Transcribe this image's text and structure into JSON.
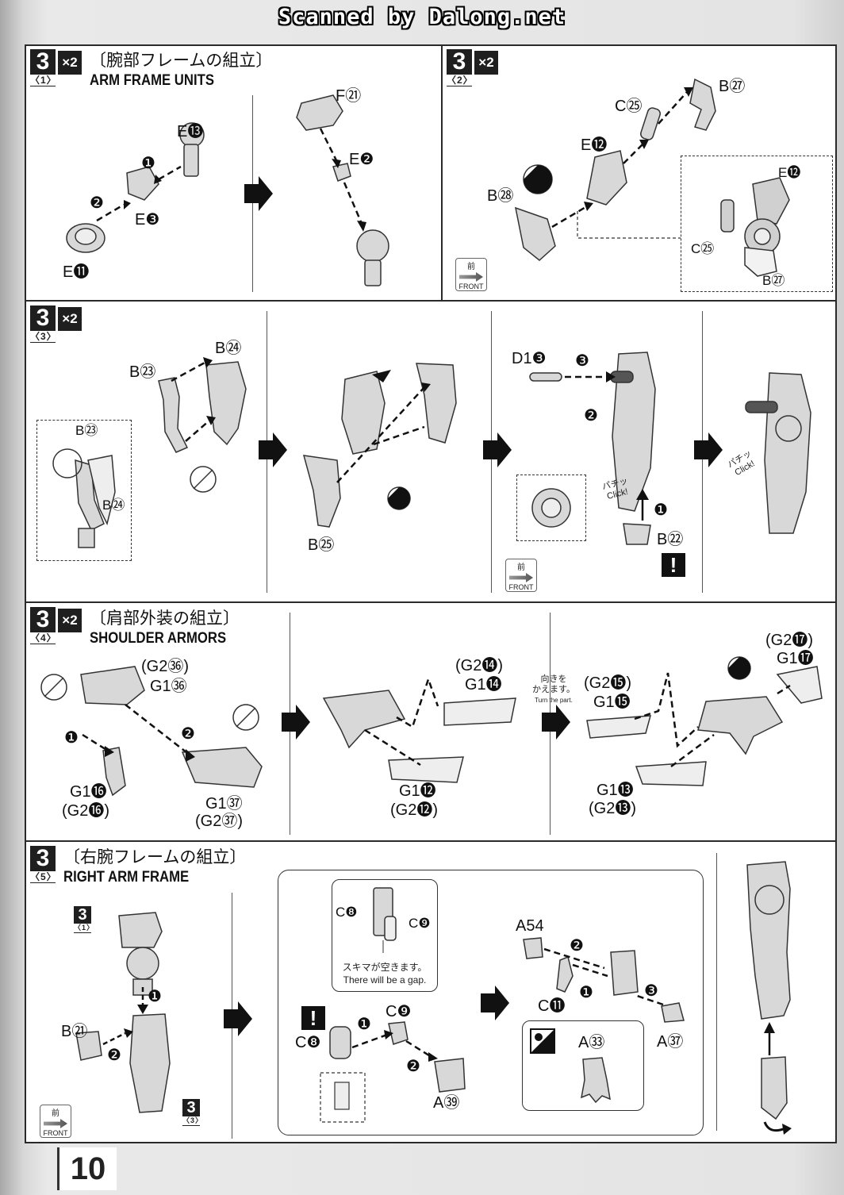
{
  "header": {
    "scan_credit": "Scanned by Dalong.net"
  },
  "page_number": "10",
  "steps": {
    "s1": {
      "num": "3",
      "sub": "〈1〉",
      "mult": "×2",
      "title_jp": "〔腕部フレームの組立〕",
      "title_en": "ARM FRAME UNITS",
      "labels": {
        "e13": "E⓭",
        "e3": "E❸",
        "e11": "E⓫",
        "f21": "F㉑",
        "e2": "E❷",
        "n1": "❶",
        "n2": "❷"
      }
    },
    "s2": {
      "num": "3",
      "sub": "〈2〉",
      "mult": "×2",
      "labels": {
        "b27": "B㉗",
        "c25": "C㉕",
        "e12": "E⓬",
        "b28": "B㉘",
        "in_e12": "E⓬",
        "in_c25": "C㉕",
        "in_b27": "B㉗"
      }
    },
    "s3": {
      "num": "3",
      "sub": "〈3〉",
      "mult": "×2",
      "labels": {
        "b24": "B㉔",
        "b23": "B㉓",
        "in_b23": "B㉓",
        "in_b24": "B㉔",
        "b25": "B㉕",
        "d13": "D1❸",
        "n3": "❸",
        "n2": "❷",
        "n1": "❶",
        "b22": "B㉒",
        "click1_jp": "パチッ",
        "click1_en": "Click!",
        "click2_jp": "パチッ",
        "click2_en": "Click!"
      }
    },
    "s4": {
      "num": "3",
      "sub": "〈4〉",
      "mult": "×2",
      "title_jp": "〔肩部外装の組立〕",
      "title_en": "SHOULDER ARMORS",
      "labels": {
        "g236": "(G2㊱)",
        "g136": "G1㊱",
        "n1": "❶",
        "n2": "❷",
        "g116": "G1⓰",
        "g216": "(G2⓰)",
        "g137": "G1㊲",
        "g237": "(G2㊲)",
        "g214": "(G2⓮)",
        "g114": "G1⓮",
        "g112": "G1⓬",
        "g212": "(G2⓬)",
        "turn_jp": "向きを\nかえます。",
        "turn_en": "Turn the part.",
        "g215": "(G2⓯)",
        "g115": "G1⓯",
        "g113": "G1⓭",
        "g213": "(G2⓭)",
        "g217": "(G2⓱)",
        "g117": "G1⓱"
      }
    },
    "s5": {
      "num": "3",
      "sub": "〈5〉",
      "title_jp": "〔右腕フレームの組立〕",
      "title_en": "RIGHT ARM FRAME",
      "labels": {
        "ref31": "3",
        "ref31_sub": "〈1〉",
        "n1": "❶",
        "b21": "B㉑",
        "n2": "❷",
        "ref33": "3",
        "ref33_sub": "〈3〉",
        "c8": "C❽",
        "c9": "C❾",
        "gap_jp": "スキマが空きます。",
        "gap_en": "There will be a gap.",
        "c8b": "C❽",
        "n1b": "❶",
        "c9b": "C❾",
        "n2b": "❷",
        "a39": "A㊴",
        "a54": "A54",
        "n2c": "❷",
        "n1c": "❶",
        "c11": "C⓫",
        "n3c": "❸",
        "a37": "A㊲",
        "a33": "A㉝"
      }
    }
  },
  "front_badge": {
    "jp": "前",
    "en": "FRONT"
  }
}
